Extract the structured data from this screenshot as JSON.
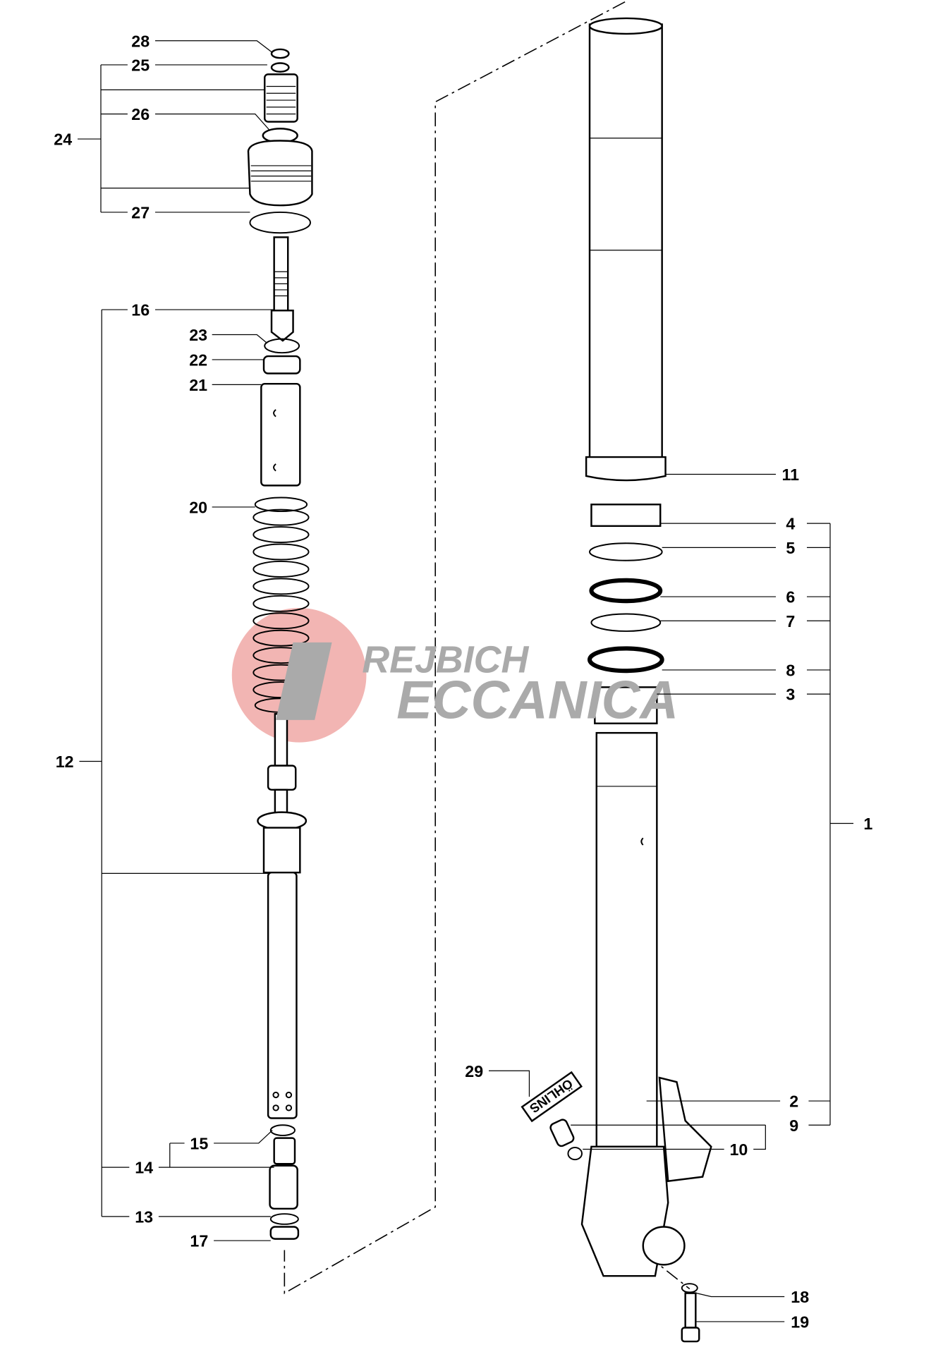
{
  "diagram": {
    "title": "Front fork exploded view",
    "callouts": [
      "28",
      "25",
      "26",
      "24",
      "27",
      "16",
      "23",
      "22",
      "21",
      "20",
      "12",
      "15",
      "14",
      "13",
      "17",
      "11",
      "4",
      "5",
      "6",
      "7",
      "8",
      "3",
      "1",
      "29",
      "2",
      "9",
      "10",
      "18",
      "19"
    ],
    "decal_text": "ÖHLINS",
    "watermark": {
      "line1": "REJBICH",
      "line2": "ECCANICA",
      "circle_color": "#f0a8a6",
      "text_color": "#aaaaaa"
    }
  }
}
